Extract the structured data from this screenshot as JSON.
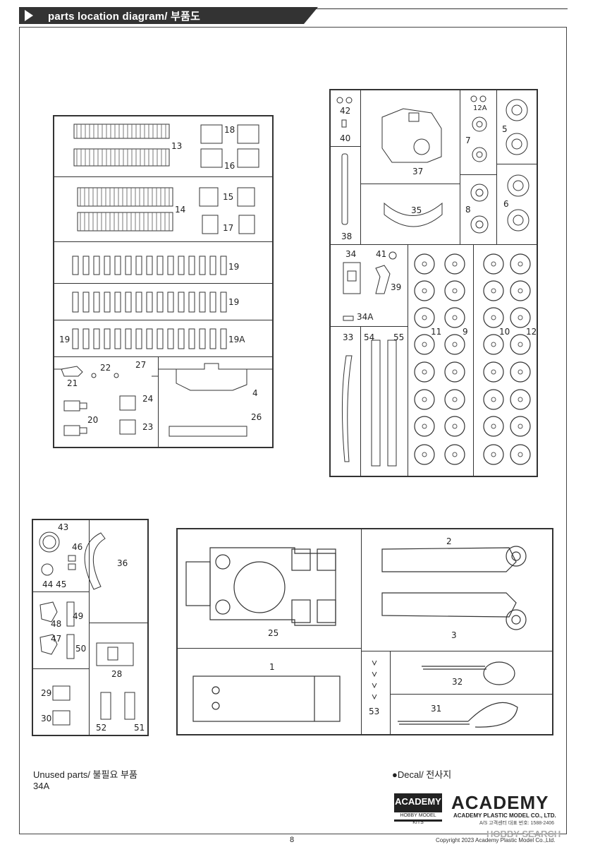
{
  "header": {
    "title": "parts location diagram/ 부품도"
  },
  "labels": {
    "a13": "13",
    "a18": "18",
    "a16": "16",
    "a14": "14",
    "a15": "15",
    "a17": "17",
    "a19a": "19",
    "a19b": "19",
    "a19c": "19",
    "a19A": "19A",
    "a21": "21",
    "a22": "22",
    "a27": "27",
    "a24": "24",
    "a20": "20",
    "a23": "23",
    "a4": "4",
    "a26": "26",
    "b42": "42",
    "b40": "40",
    "b38": "38",
    "b37": "37",
    "b35": "35",
    "b12A": "12A",
    "b7": "7",
    "b8": "8",
    "b5": "5",
    "b6": "6",
    "b34": "34",
    "b41": "41",
    "b39": "39",
    "b34A": "34A",
    "b33": "33",
    "b54": "54",
    "b55": "55",
    "b11": "11",
    "b9": "9",
    "b10": "10",
    "b12": "12",
    "c43": "43",
    "c46": "46",
    "c44": "44 45",
    "c36": "36",
    "c48": "48",
    "c49": "49",
    "c47": "47",
    "c50": "50",
    "c28": "28",
    "c29": "29",
    "c30": "30",
    "c52": "52",
    "c51": "51",
    "d2": "2",
    "d25": "25",
    "d3": "3",
    "d1": "1",
    "d32": "32",
    "d31": "31",
    "d53": "53"
  },
  "footer": {
    "unused_label": "Unused parts/ 불필요 부품",
    "unused_part": "34A",
    "decal": "●Decal/ 전사지",
    "logo_box_title": "ACADEMY",
    "logo_box_sub": "HOBBY MODEL KITS",
    "brand": "ACADEMY",
    "brand_sub": "ACADEMY PLASTIC MODEL CO., LTD.",
    "brand_sub2": "A/S 고객센터 대표 번호: 1588-2406",
    "watermark": "HOBBY SEARCH",
    "page": "8",
    "copyright": "Copyright 2023 Academy Plastic Model Co.,Ltd."
  }
}
